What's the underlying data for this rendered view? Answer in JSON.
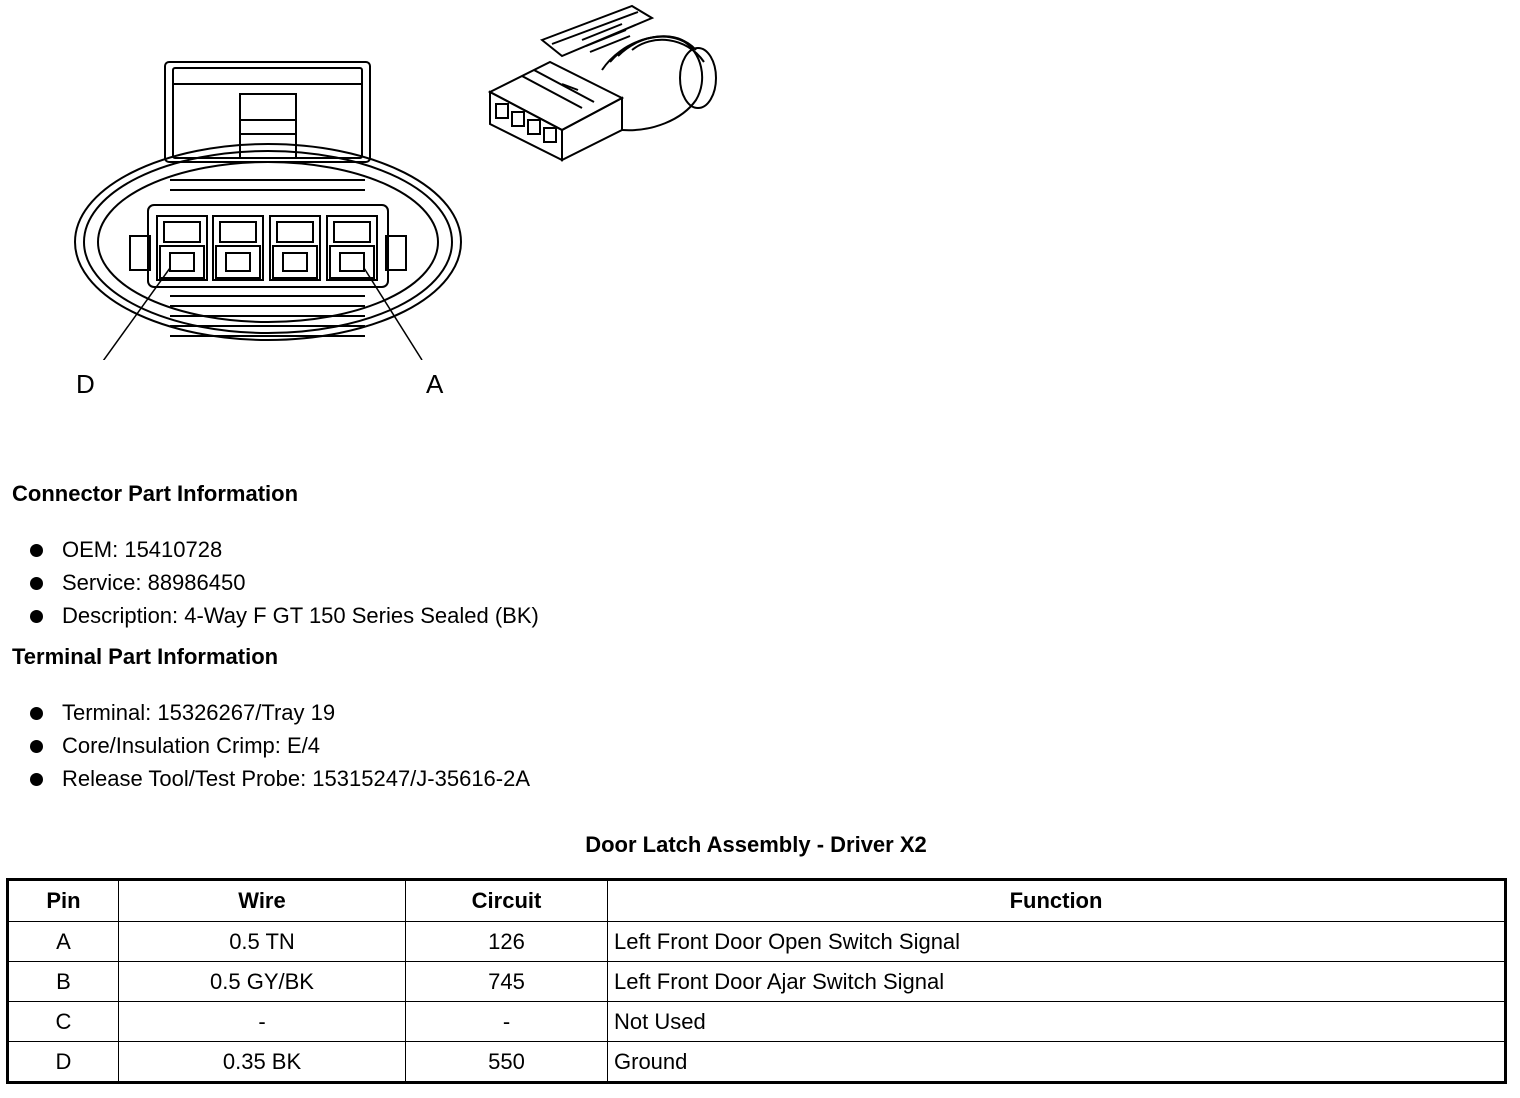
{
  "diagram": {
    "label_left": "D",
    "label_right": "A"
  },
  "connector_section": {
    "title": "Connector Part Information",
    "items": [
      "OEM: 15410728",
      "Service: 88986450",
      "Description: 4-Way F GT 150 Series Sealed (BK)"
    ]
  },
  "terminal_section": {
    "title": "Terminal Part Information",
    "items": [
      "Terminal: 15326267/Tray 19",
      "Core/Insulation Crimp: E/4",
      "Release Tool/Test Probe: 15315247/J-35616-2A"
    ]
  },
  "pin_table": {
    "caption": "Door Latch Assembly - Driver X2",
    "headers": [
      "Pin",
      "Wire",
      "Circuit",
      "Function"
    ],
    "rows": [
      [
        "A",
        "0.5 TN",
        "126",
        "Left Front Door Open Switch Signal"
      ],
      [
        "B",
        "0.5 GY/BK",
        "745",
        "Left Front Door Ajar Switch Signal"
      ],
      [
        "C",
        "-",
        "-",
        "Not Used"
      ],
      [
        "D",
        "0.35 BK",
        "550",
        "Ground"
      ]
    ]
  }
}
